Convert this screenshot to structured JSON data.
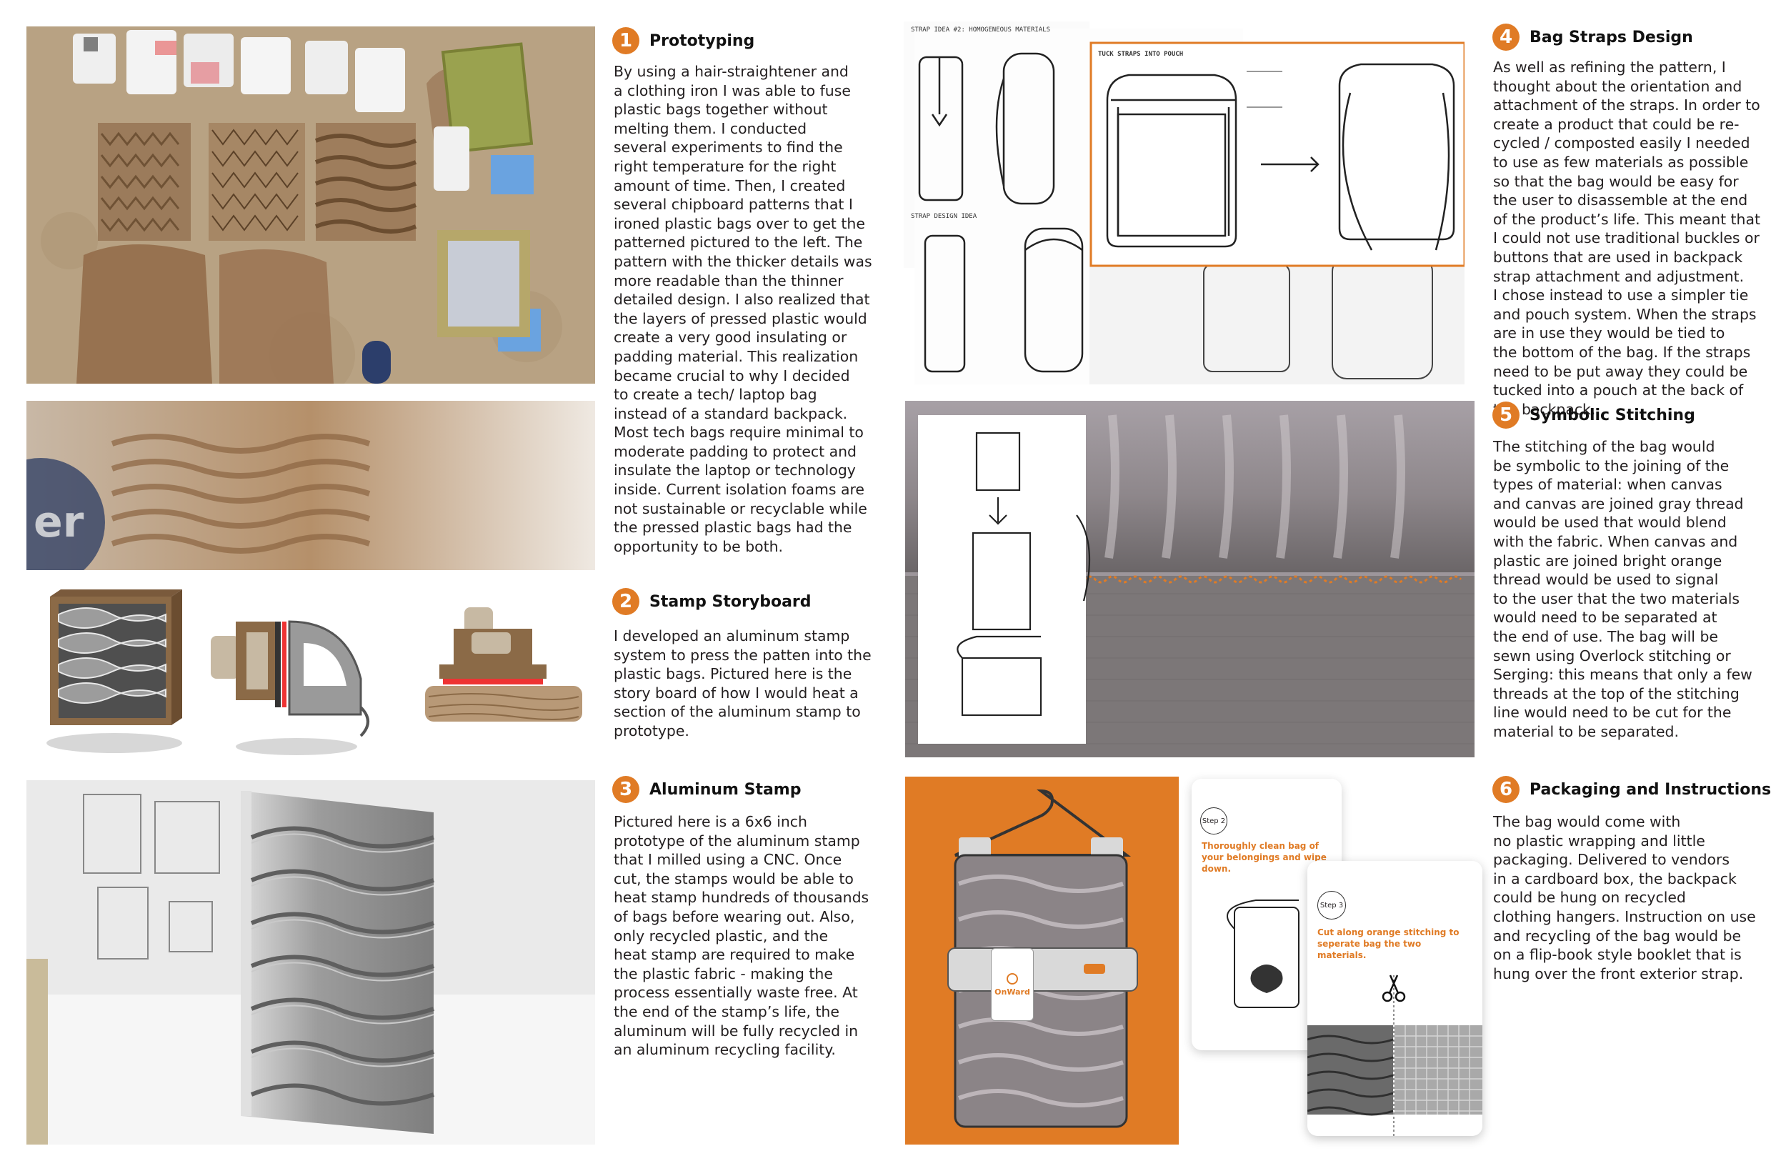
{
  "sections": [
    {
      "number": "1",
      "title": "Prototyping",
      "body": "By using a hair-straightener and\na clothing iron I was able to fuse\nplastic bags together without\nmelting them. I conducted\nseveral experiments to find the\nright temperature for the right\namount of time. Then, I created\nseveral chipboard patterns that I\nironed plastic bags over to get the\npatterned pictured to the left. The\npattern with the thicker details was\nmore readable than the thinner\ndetailed design. I also realized that\nthe layers of pressed plastic would\ncreate a very good insulating or\npadding material. This realization\nbecame crucial to why I decided\nto create a tech/ laptop bag\ninstead of a standard backpack.\nMost tech bags  require minimal to\nmoderate padding to protect and\ninsulate the laptop or technology\ninside. Current isolation foams are\nnot sustainable or recyclable while\nthe pressed plastic bags had the\nopportunity to be both."
    },
    {
      "number": "2",
      "title": "Stamp Storyboard",
      "body": "I developed an aluminum stamp\nsystem to press the patten into the\nplastic bags. Pictured here is the\nstory board of how I would heat a\nsection of the aluminum stamp to\nprototype."
    },
    {
      "number": "3",
      "title": "Aluminum Stamp",
      "body": "Pictured here is a 6x6 inch\nprototype of the aluminum stamp\nthat I milled using a CNC.  Once\ncut, the stamps would be able to\nheat stamp hundreds of thousands\nof bags before wearing out. Also,\nonly recycled plastic, and the\nheat stamp are required to make\nthe plastic fabric - making the\nprocess essentially waste free. At\nthe end of the stamp’s life, the\naluminum will be fully recycled in\nan aluminum recycling facility."
    },
    {
      "number": "4",
      "title": "Bag Straps Design",
      "body": "As well as refining the pattern, I\nthought about the orientation and\nattachment of the straps. In order to\ncreate a product that could be re-\ncycled / composted easily I needed\nto use as few materials as possible\nso that the bag would be easy for\nthe user to disassemble at the end\nof the product’s life. This meant that\nI could not use traditional buckles or\nbuttons that are used in backpack\nstrap attachment and adjustment.\nI chose instead to use a simpler tie\nand pouch system. When the straps\nare in use they would be tied to\nthe bottom of the bag. If the straps\nneed to be put away they could be\ntucked into a pouch at the back of\nthe backpack."
    },
    {
      "number": "5",
      "title": "Symbolic Stitching",
      "body": "The stitching of the bag would\nbe symbolic to the joining of the\ntypes of material: when canvas\nand canvas are joined gray thread\nwould be used that would blend\nwith the fabric. When canvas and\nplastic are joined bright orange\nthread would be used to signal\nto the user that the two materials\nwould need to be separated at\nthe end of use. The bag will be\nsewn using Overlock stitching or\nSerging: this means that only a few\nthreads at the top of the stitching\nline would need to be cut for the\nmaterial to be separated."
    },
    {
      "number": "6",
      "title": "Packaging and Instructions",
      "body": "The bag would come with\nno plastic wrapping and little\npackaging. Delivered to vendors\nin a cardboard box, the backpack\ncould be hung on recycled\nclothing hangers. Instruction on use\nand recycling of the bag would be\non a flip-book style booklet that is\nhung over the front exterior strap."
    }
  ],
  "sketch_labels": {
    "strap_idea": "STRAP IDEA #2: HOMOGENEOUS MATERIALS",
    "strap_design": "STRAP DESIGN IDEA",
    "tuck_straps": "TUCK STRAPS INTO POUCH"
  },
  "packaging": {
    "brand": "OnWard",
    "step2_label": "Step 2",
    "step2_text": "Thoroughly clean bag of your belongings and wipe down.",
    "step3_label": "Step 3",
    "step3_text": "Cut along orange stitching to seperate bag the two materials."
  },
  "colors": {
    "accent": "#e07b25",
    "text": "#231f20",
    "cork": "#b59e7e",
    "chipboard": "#9b7b5b",
    "aluminum": "#9a9a9a"
  }
}
